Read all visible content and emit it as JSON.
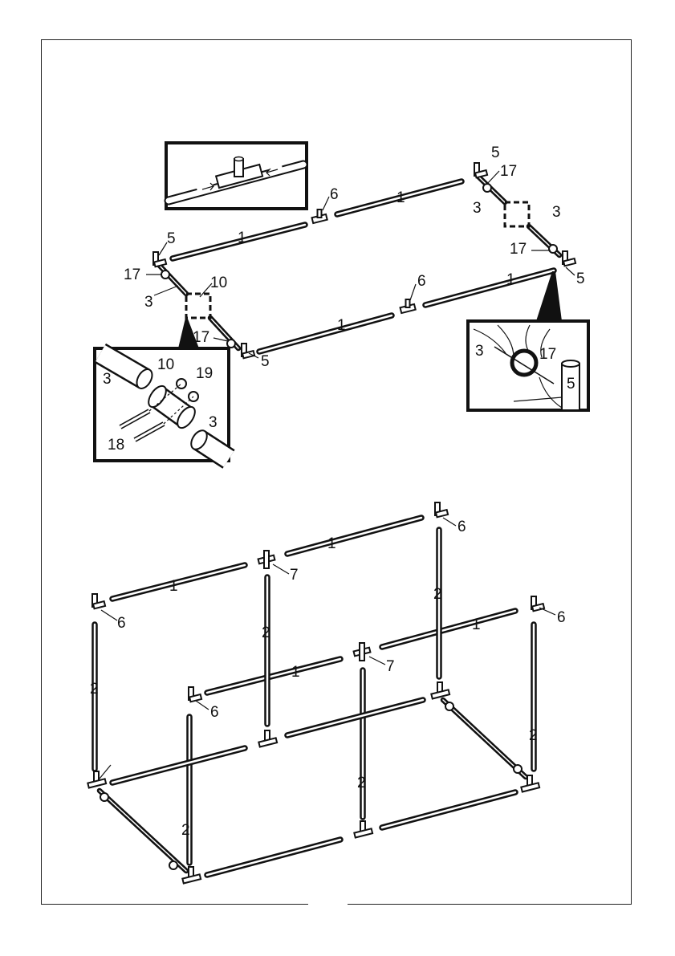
{
  "upper_labels": [
    {
      "id": "u1",
      "text": "5"
    },
    {
      "id": "u2",
      "text": "17"
    },
    {
      "id": "u3",
      "text": "3"
    },
    {
      "id": "u4",
      "text": "3"
    },
    {
      "id": "u5",
      "text": "17"
    },
    {
      "id": "u6",
      "text": "5"
    },
    {
      "id": "u7",
      "text": "1"
    },
    {
      "id": "u8",
      "text": "6"
    },
    {
      "id": "u9",
      "text": "1"
    },
    {
      "id": "u10",
      "text": "5"
    },
    {
      "id": "u11",
      "text": "17"
    },
    {
      "id": "u12",
      "text": "3"
    },
    {
      "id": "u13",
      "text": "10"
    },
    {
      "id": "u14",
      "text": "17"
    },
    {
      "id": "u15",
      "text": "5"
    },
    {
      "id": "u16",
      "text": "1"
    },
    {
      "id": "u17",
      "text": "6"
    },
    {
      "id": "u18",
      "text": "1"
    }
  ],
  "inset_left_labels": [
    {
      "id": "a",
      "text": "3"
    },
    {
      "id": "b",
      "text": "10"
    },
    {
      "id": "c",
      "text": "19"
    },
    {
      "id": "d",
      "text": "3"
    },
    {
      "id": "e",
      "text": "18"
    }
  ],
  "inset_right_labels": [
    {
      "id": "a",
      "text": "3"
    },
    {
      "id": "b",
      "text": "17"
    },
    {
      "id": "c",
      "text": "5"
    }
  ],
  "lower_labels": [
    {
      "id": "l1",
      "text": "6"
    },
    {
      "id": "l2",
      "text": "1"
    },
    {
      "id": "l3",
      "text": "7"
    },
    {
      "id": "l4",
      "text": "1"
    },
    {
      "id": "l5",
      "text": "6"
    },
    {
      "id": "l6",
      "text": "2"
    },
    {
      "id": "l7",
      "text": "2"
    },
    {
      "id": "l8",
      "text": "2"
    },
    {
      "id": "l9",
      "text": "6"
    },
    {
      "id": "l10",
      "text": "1"
    },
    {
      "id": "l11",
      "text": "7"
    },
    {
      "id": "l12",
      "text": "1"
    },
    {
      "id": "l13",
      "text": "6"
    },
    {
      "id": "l14",
      "text": "2"
    },
    {
      "id": "l15",
      "text": "2"
    },
    {
      "id": "l16",
      "text": "2"
    }
  ]
}
